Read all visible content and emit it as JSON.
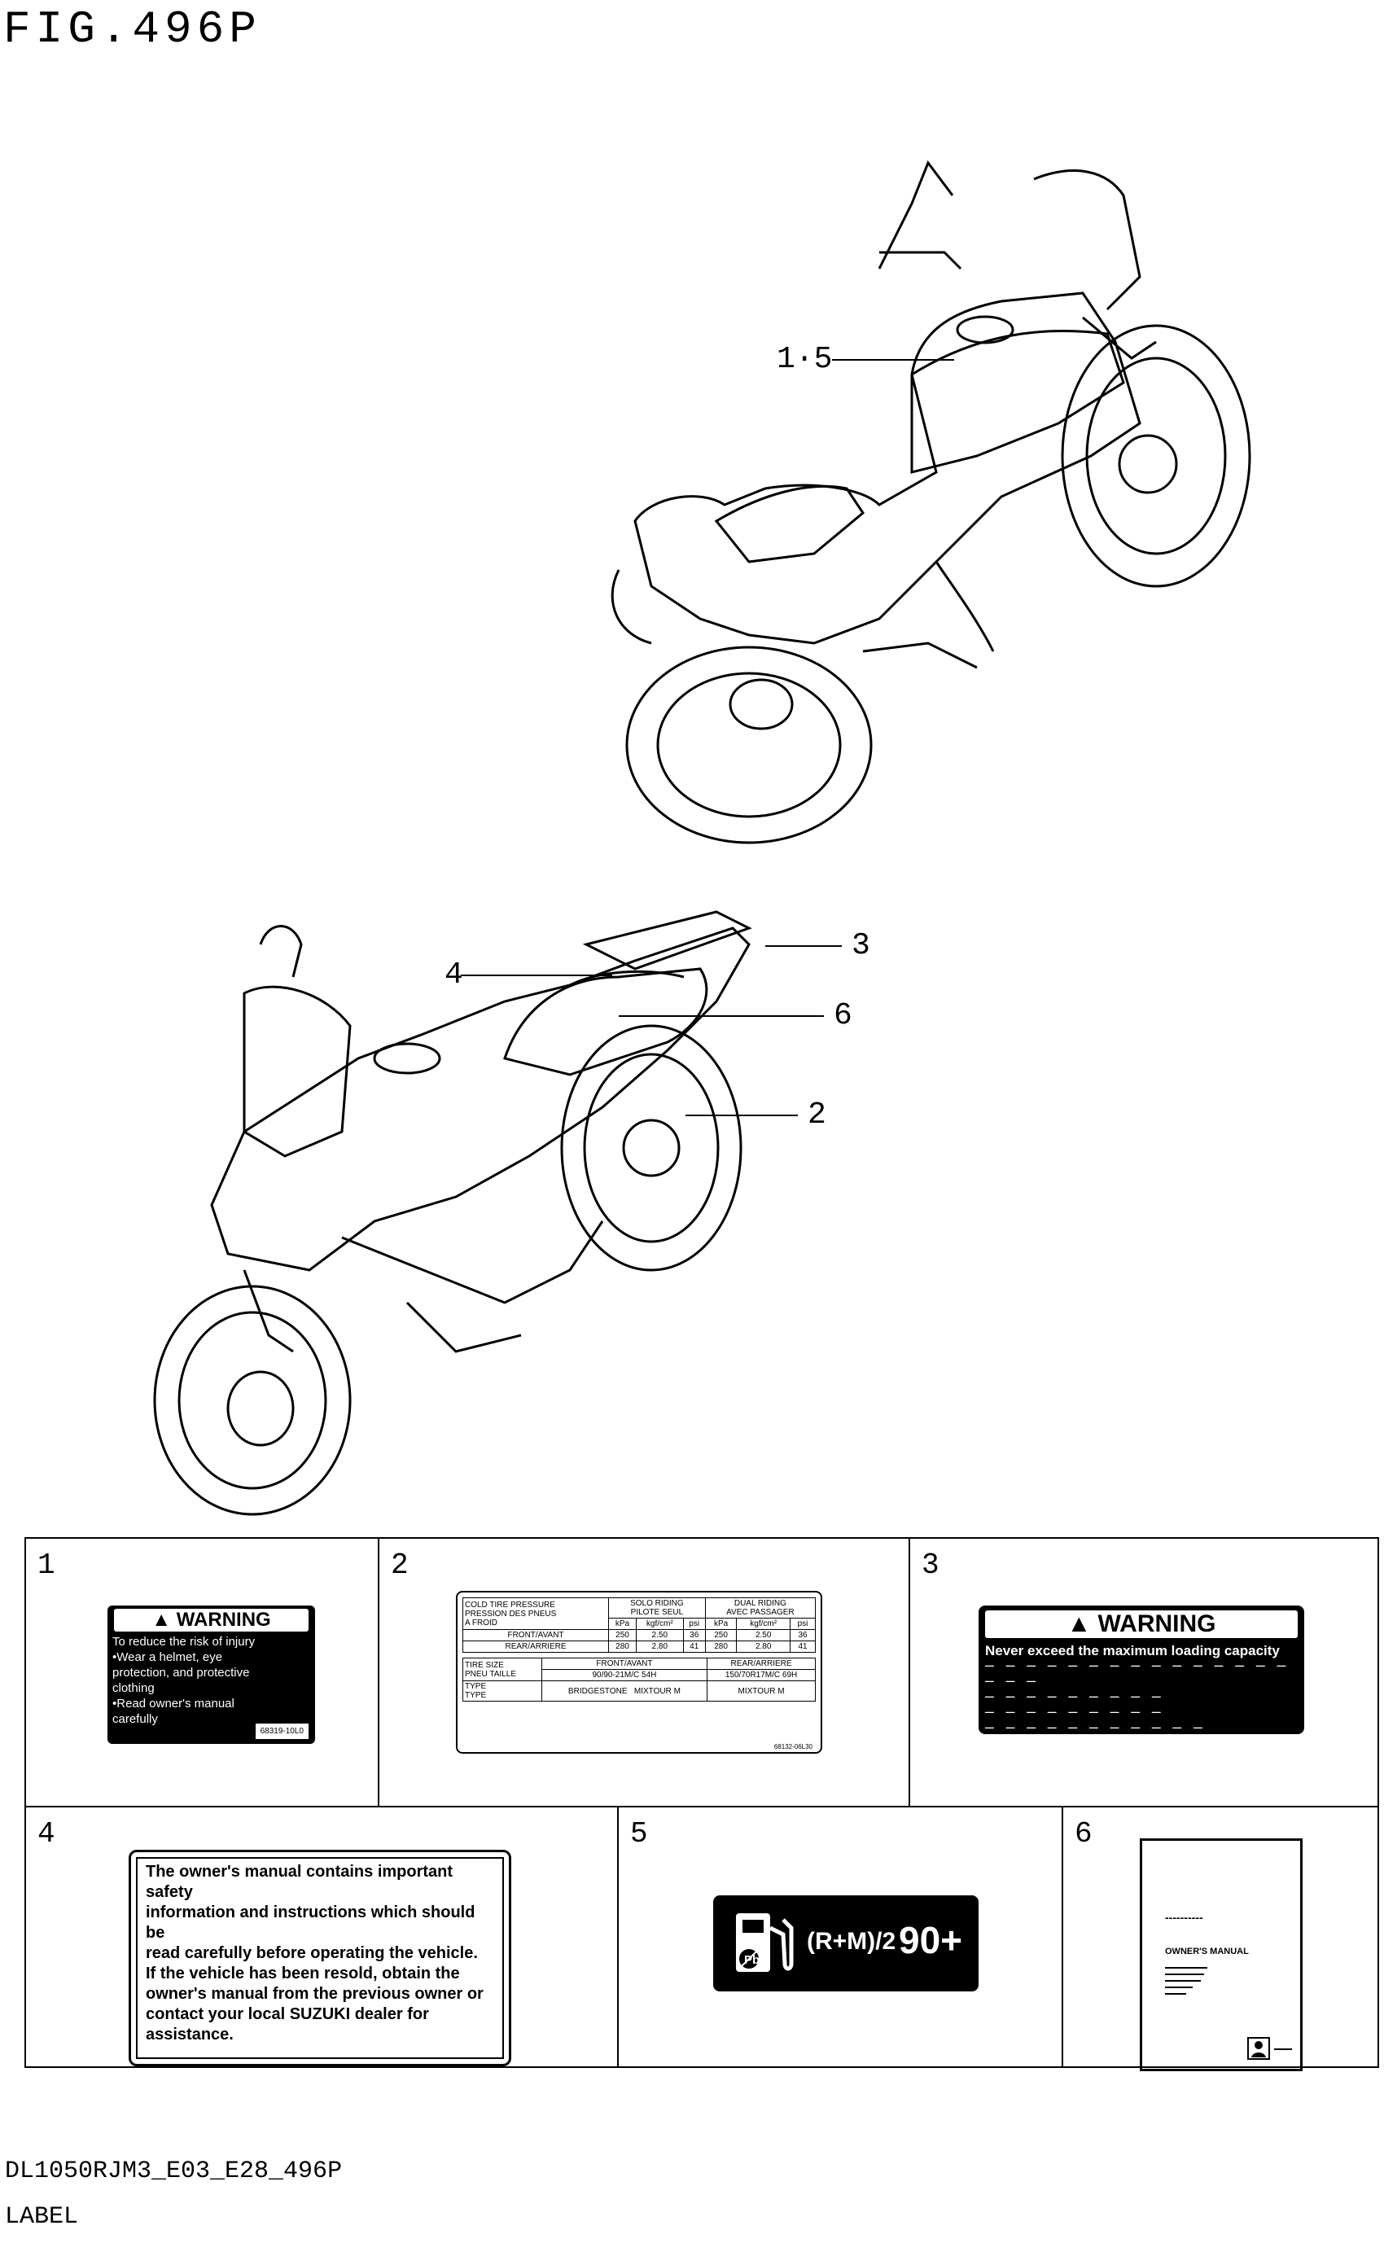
{
  "figure": {
    "title": "FIG.496P",
    "model_code": "DL1050RJM3_E03_E28_496P",
    "caption": "LABEL"
  },
  "callouts": [
    "1·5",
    "3",
    "4",
    "6",
    "2"
  ],
  "panels": {
    "p1": {
      "num": "1",
      "header": "WARNING",
      "lines": [
        "To reduce the risk of injury",
        "•Wear a helmet, eye",
        " protection, and protective",
        " clothing",
        "•Read owner's manual",
        " carefully"
      ],
      "code": "68319-10L0"
    },
    "p2": {
      "num": "2",
      "head": [
        "COLD TIRE PRESSURE",
        "PRESSION DES PNEUS",
        "A FROID",
        "SOLO RIDING",
        "PILOTE SEUL",
        "DUAL RIDING",
        "AVEC PASSAGER"
      ],
      "units": [
        "kPa",
        "kgf/cm²",
        "psi",
        "kPa",
        "kgf/cm²",
        "psi"
      ],
      "rows": [
        [
          "FRONT/AVANT",
          "250",
          "2.50",
          "36",
          "250",
          "2.50",
          "36"
        ],
        [
          "REAR/ARRIERE",
          "280",
          "2.80",
          "41",
          "280",
          "2.80",
          "41"
        ]
      ],
      "size": [
        "TIRE SIZE",
        "PNEU TAILLE",
        "FRONT/AVANT",
        "REAR/ARRIERE",
        "90/90-21M/C 54H",
        "150/70R17M/C 69H"
      ],
      "type": [
        "TYPE",
        "TYPE",
        "BRIDGESTONE",
        "MIXTOUR M",
        "MIXTOUR M"
      ],
      "code": "68132-06L30"
    },
    "p3": {
      "num": "3",
      "header": "WARNING",
      "sub": "Never exceed the maximum loading capacity",
      "dashes": [
        "— — — — — — — — — — — — — — — — — —",
        "— — — — — — — — —",
        "— — — — — — — — —",
        "— — — — — — — — — — —"
      ]
    },
    "p4": {
      "num": "4",
      "lines": [
        "The owner's manual contains important safety",
        "information and instructions which should be",
        "read carefully before operating the vehicle.",
        "If the vehicle has been resold, obtain the",
        "owner's manual from the previous owner or",
        "contact your local SUZUKI dealer for",
        "assistance."
      ]
    },
    "p5": {
      "num": "5",
      "ratio": "(R+M)/2",
      "octane": "90+"
    },
    "p6": {
      "num": "6",
      "dash": "----------",
      "title": "OWNER'S MANUAL"
    }
  }
}
